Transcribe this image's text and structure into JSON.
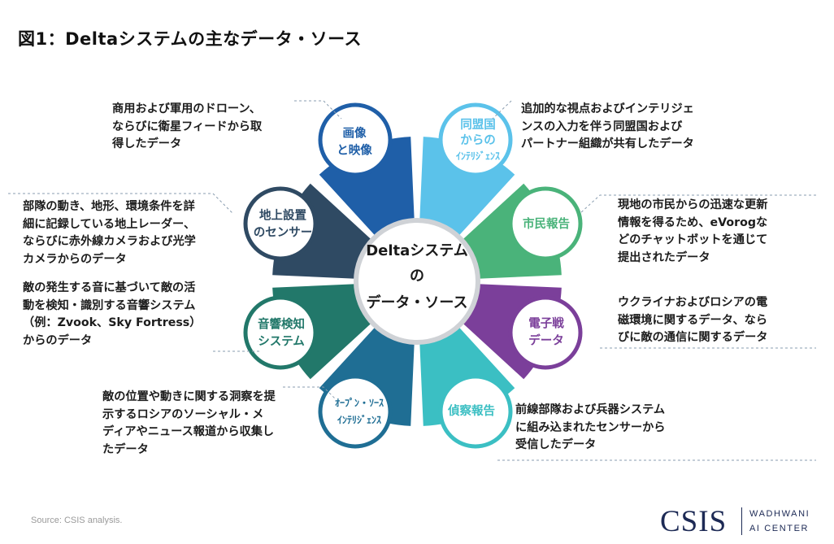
{
  "title": "図1：Deltaシステムの主なデータ・ソース",
  "center": {
    "line1": "Deltaシステム",
    "line2": "の",
    "line3": "データ・ソース"
  },
  "segments": [
    {
      "label": [
        "画像",
        "と映像"
      ],
      "color": "#1f5fa8",
      "description": [
        "商用および軍用のドローン、",
        "ならびに衛星フィードから取",
        "得したデータ"
      ]
    },
    {
      "label": [
        "同盟国",
        "からの",
        "ｲﾝﾃﾘｼﾞｪﾝｽ"
      ],
      "color": "#5bc2ea",
      "description": [
        "追加的な視点およびインテリジェ",
        "ンスの入力を伴う同盟国および",
        "パートナー組織が共有したデータ"
      ]
    },
    {
      "label": [
        "市民報告"
      ],
      "color": "#4ab37a",
      "description": [
        "現地の市民からの迅速な更新",
        "情報を得るため、eVorogな",
        "どのチャットボットを通じて",
        "提出されたデータ"
      ]
    },
    {
      "label": [
        "電子戦",
        "データ"
      ],
      "color": "#7b3f9a",
      "description": [
        "ウクライナおよびロシアの電",
        "磁環境に関するデータ、なら",
        "びに敵の通信に関するデータ"
      ]
    },
    {
      "label": [
        "偵察報告"
      ],
      "color": "#3bbfc3",
      "description": [
        "前線部隊および兵器システム",
        "に組み込まれたセンサーから",
        "受信したデータ"
      ]
    },
    {
      "label": [
        "ｵｰﾌﾟﾝ・ｿｰｽ",
        "ｲﾝﾃﾘｼﾞｪﾝｽ"
      ],
      "color": "#1f6e94",
      "description": [
        "敵の位置や動きに関する洞察を提",
        "示するロシアのソーシャル・メ",
        "ディアやニュース報道から収集し",
        "たデータ"
      ]
    },
    {
      "label": [
        "音響検知",
        "システム"
      ],
      "color": "#22786a",
      "description": [
        "敵の発生する音に基づいて敵の活",
        "動を検知・識別する音響システム",
        "（例：Zvook、Sky Fortress）",
        "からのデータ"
      ]
    },
    {
      "label": [
        "地上設置",
        "のセンサー"
      ],
      "color": "#2f4a63",
      "description": [
        "部隊の動き、地形、環境条件を詳",
        "細に記録している地上レーダー、",
        "ならびに赤外線カメラおよび光学",
        "カメラからのデータ"
      ]
    }
  ],
  "source": "Source: CSIS analysis.",
  "logo": {
    "name": "CSIS",
    "line1": "WADHWANI",
    "line2": "AI CENTER"
  }
}
